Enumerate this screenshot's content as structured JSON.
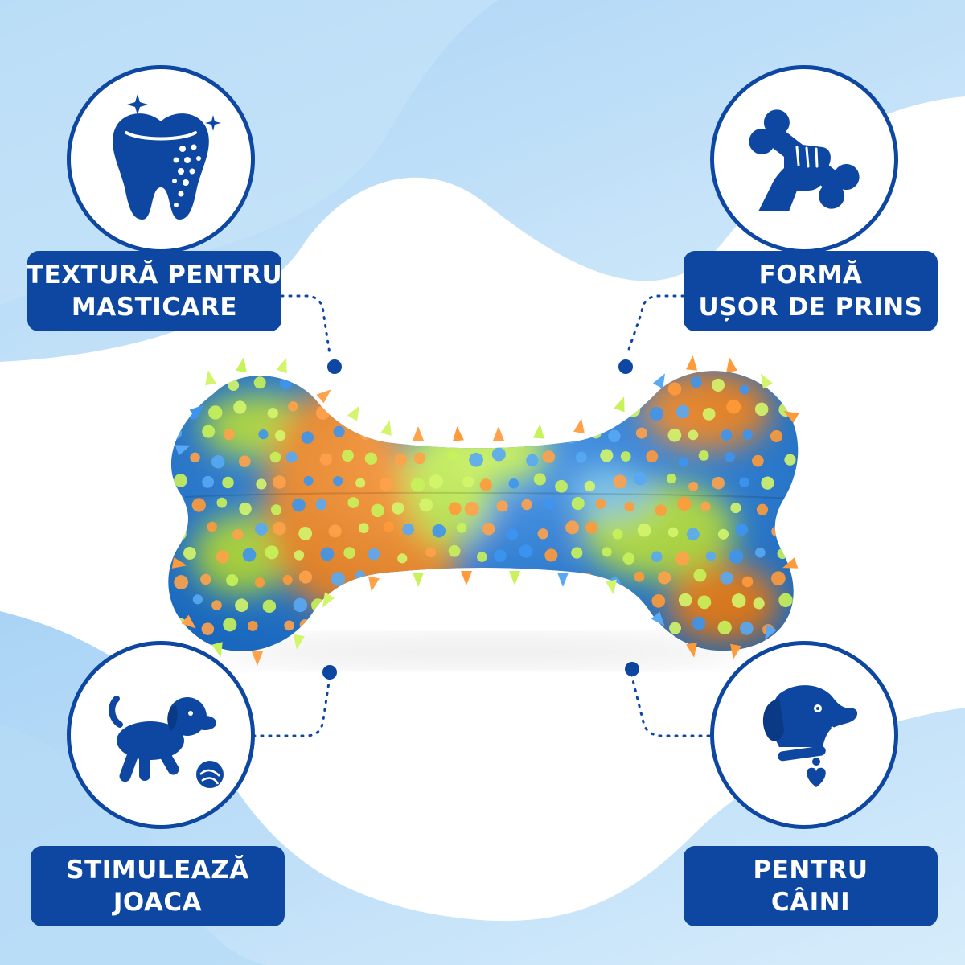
{
  "features": [
    {
      "id": "texture",
      "lines": [
        "TEXTURĂ PENTRU",
        "MASTICARE"
      ],
      "icon": "tooth-icon"
    },
    {
      "id": "grip",
      "lines": [
        "FORMĂ",
        "UȘOR DE PRINS"
      ],
      "icon": "hand-bone-icon"
    },
    {
      "id": "play",
      "lines": [
        "STIMULEAZĂ",
        "JOACA"
      ],
      "icon": "puppy-ball-icon"
    },
    {
      "id": "dogs",
      "lines": [
        "PENTRU",
        "CÂINI"
      ],
      "icon": "dog-head-icon"
    }
  ],
  "product": {
    "icon": "spiky-bone-toy"
  },
  "colors": {
    "brand_blue": "#0d47a1",
    "background_light_blue": "#bfe0f7",
    "toy_blue": "#1e7ee6",
    "toy_orange": "#ff8a1f",
    "toy_lime": "#b9ec3a"
  }
}
